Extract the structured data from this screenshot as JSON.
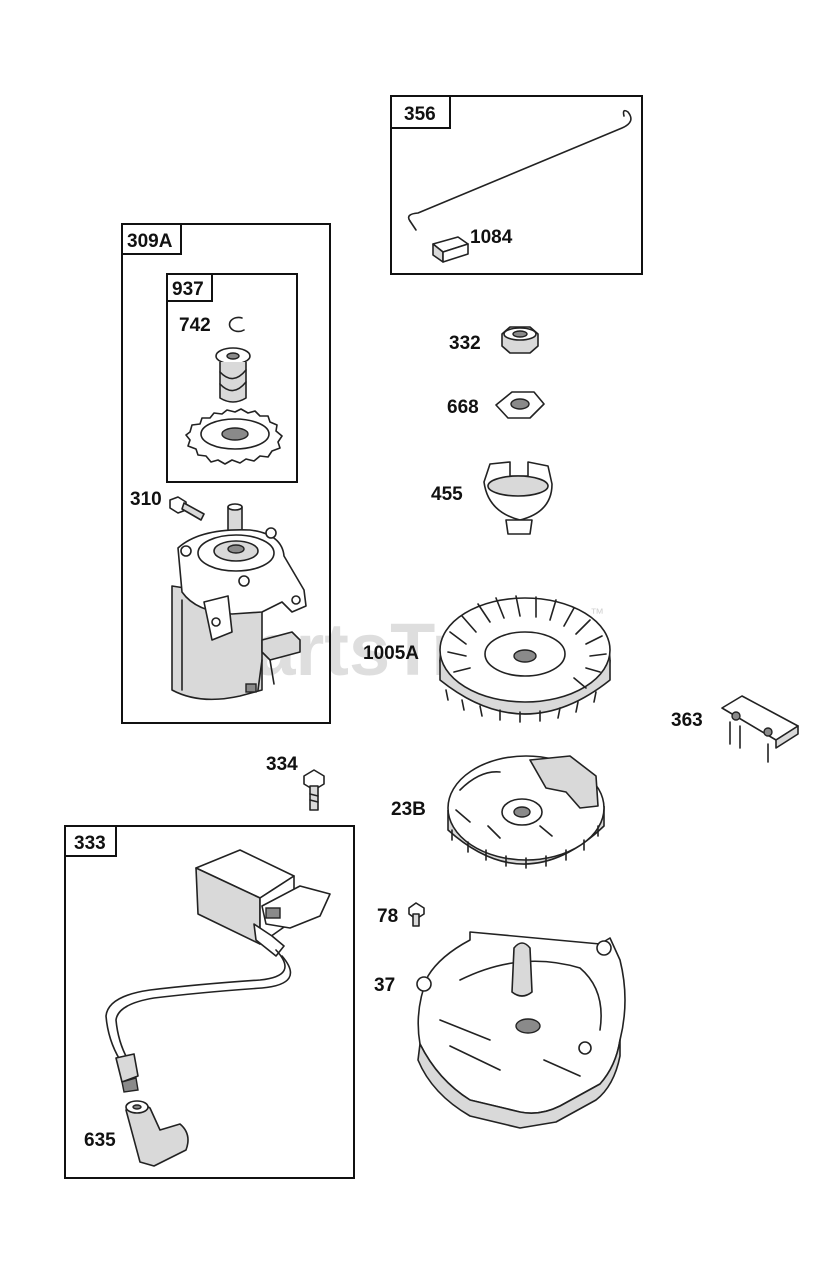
{
  "watermark": {
    "text": "PartsTree",
    "tm": "™"
  },
  "groups": {
    "g309A": "309A",
    "g937": "937",
    "g356": "356",
    "g333": "333"
  },
  "labels": {
    "p742": "742",
    "p310": "310",
    "p1084": "1084",
    "p332": "332",
    "p668": "668",
    "p455": "455",
    "p1005A": "1005A",
    "p363": "363",
    "p334": "334",
    "p23B": "23B",
    "p78": "78",
    "p37": "37",
    "p635": "635"
  }
}
